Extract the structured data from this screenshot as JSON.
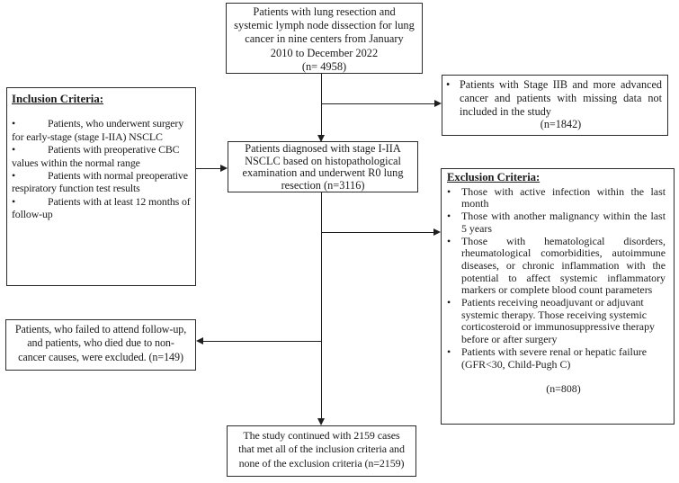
{
  "flowchart": {
    "glyphs": {
      "bullet": "•"
    },
    "colors": {
      "text": "#1a1a1a",
      "border": "#2b2b2b",
      "line": "#1f1f1f",
      "background": "#ffffff"
    },
    "top_box": {
      "text": "Patients with lung resection and\nsystemic lymph node dissection for lung\ncancer in nine centers from January\n2010 to December 2022\n(n= 4958)"
    },
    "stage_iib_box": {
      "text": "Patients with Stage IIB and more advanced cancer and patients with missing data not included in the study",
      "n": "(n=1842)"
    },
    "inclusion_box": {
      "title": "Inclusion Criteria:",
      "items": [
        {
          "text": "Patients, who underwent surgery\nfor early-stage (stage I-IIA) NSCLC"
        },
        {
          "text": "Patients with preoperative CBC\nvalues within the normal range"
        },
        {
          "text": "Patients with normal preoperative\nrespiratory function test results"
        },
        {
          "text": "Patients with at least 12 months of\nfollow-up"
        }
      ]
    },
    "middle_box": {
      "text": "Patients diagnosed with stage I-IIA\nNSCLC based on histopathological\nexamination and underwent R0 lung\nresection (n=3116)"
    },
    "exclusion_box": {
      "title": "Exclusion Criteria:",
      "items": [
        {
          "text": "Those with active infection within the last month"
        },
        {
          "text": "Those with another malignancy within the last 5 years"
        },
        {
          "text": "Those with hematological disorders, rheumatological comorbidities, autoimmune diseases, or chronic inflammation with the potential to affect systemic inflammatory markers or complete blood count parameters"
        },
        {
          "text": "Patients receiving neoadjuvant or adjuvant\nsystemic therapy. Those receiving systemic\ncorticosteroid or immunosuppressive therapy\nbefore or after surgery"
        },
        {
          "text": "Patients with severe renal or hepatic failure\n(GFR<30, Child-Pugh C)"
        }
      ],
      "n": "(n=808)"
    },
    "followup_box": {
      "text": "Patients, who failed to attend follow-up,\nand patients, who died due to non-\ncancer causes, were excluded. (n=149)"
    },
    "final_box": {
      "text": "The study continued with 2159 cases\nthat met all of the inclusion criteria and\nnone of the exclusion criteria (n=2159)"
    }
  }
}
